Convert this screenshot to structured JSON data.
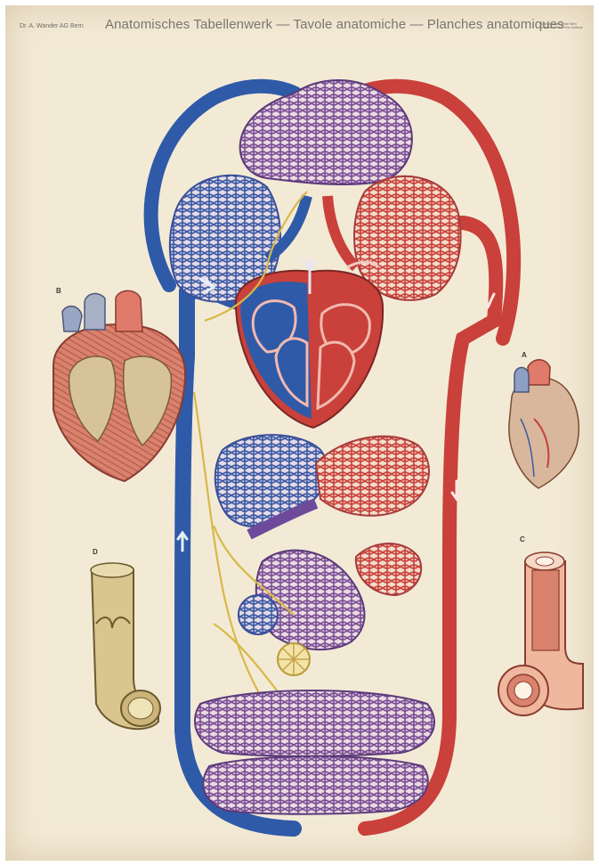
{
  "header": {
    "publisher": "Dr. A. Wander AG Bern",
    "title": "Anatomisches Tabellenwerk — Tavole anatomiche — Planches anatomiques",
    "corner_note": [
      "Anatomisches Atelier Bern",
      "Kreislauf & Herz Herz Gefässe"
    ]
  },
  "figure_labels": {
    "a": "A",
    "b": "B",
    "c": "C",
    "d": "D"
  },
  "colors": {
    "paper": "#f3ead6",
    "artery": "#c9413a",
    "vein": "#2f5aa8",
    "capillary_mix": "#7b5a9e",
    "nerve": "#d8b848",
    "vessel_wall": "#d9c58e"
  }
}
